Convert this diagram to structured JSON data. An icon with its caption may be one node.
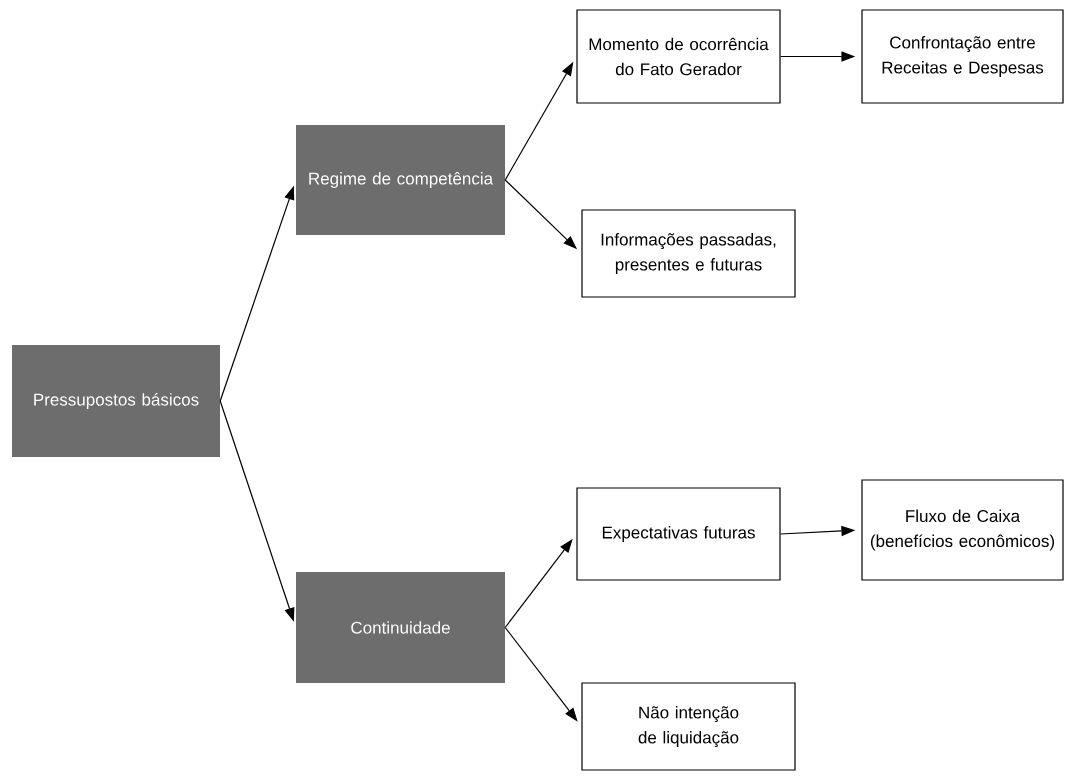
{
  "diagram": {
    "nodes": [
      {
        "text": [
          "Pressupostos básicos"
        ]
      },
      {
        "text": [
          "Regime de competência"
        ]
      },
      {
        "text": [
          "Continuidade"
        ]
      },
      {
        "text": [
          "Momento de ocorrência do Fato Gerador"
        ]
      },
      {
        "text": [
          "Confrontação entre Receitas e Despesas"
        ]
      },
      {
        "text": [
          "Informações passadas, presentes e futuras"
        ]
      },
      {
        "text": [
          "Expectativas futuras"
        ]
      },
      {
        "text": [
          "Fluxo de Caixa (benefícios econômicos)"
        ]
      },
      {
        "text": [
          "Não intenção de liquidação"
        ]
      }
    ],
    "edges": [
      {
        "from": 0,
        "to": 1,
        "arrow": "to"
      },
      {
        "from": 0,
        "to": 2,
        "arrow": "to"
      },
      {
        "from": 1,
        "to": 3,
        "arrow": "to"
      },
      {
        "from": 1,
        "to": 5,
        "arrow": "to"
      },
      {
        "from": 3,
        "to": 4,
        "arrow": "to"
      },
      {
        "from": 2,
        "to": 6,
        "arrow": "to"
      },
      {
        "from": 6,
        "to": 7,
        "arrow": "to"
      },
      {
        "from": 2,
        "to": 8,
        "arrow": "to"
      }
    ]
  }
}
